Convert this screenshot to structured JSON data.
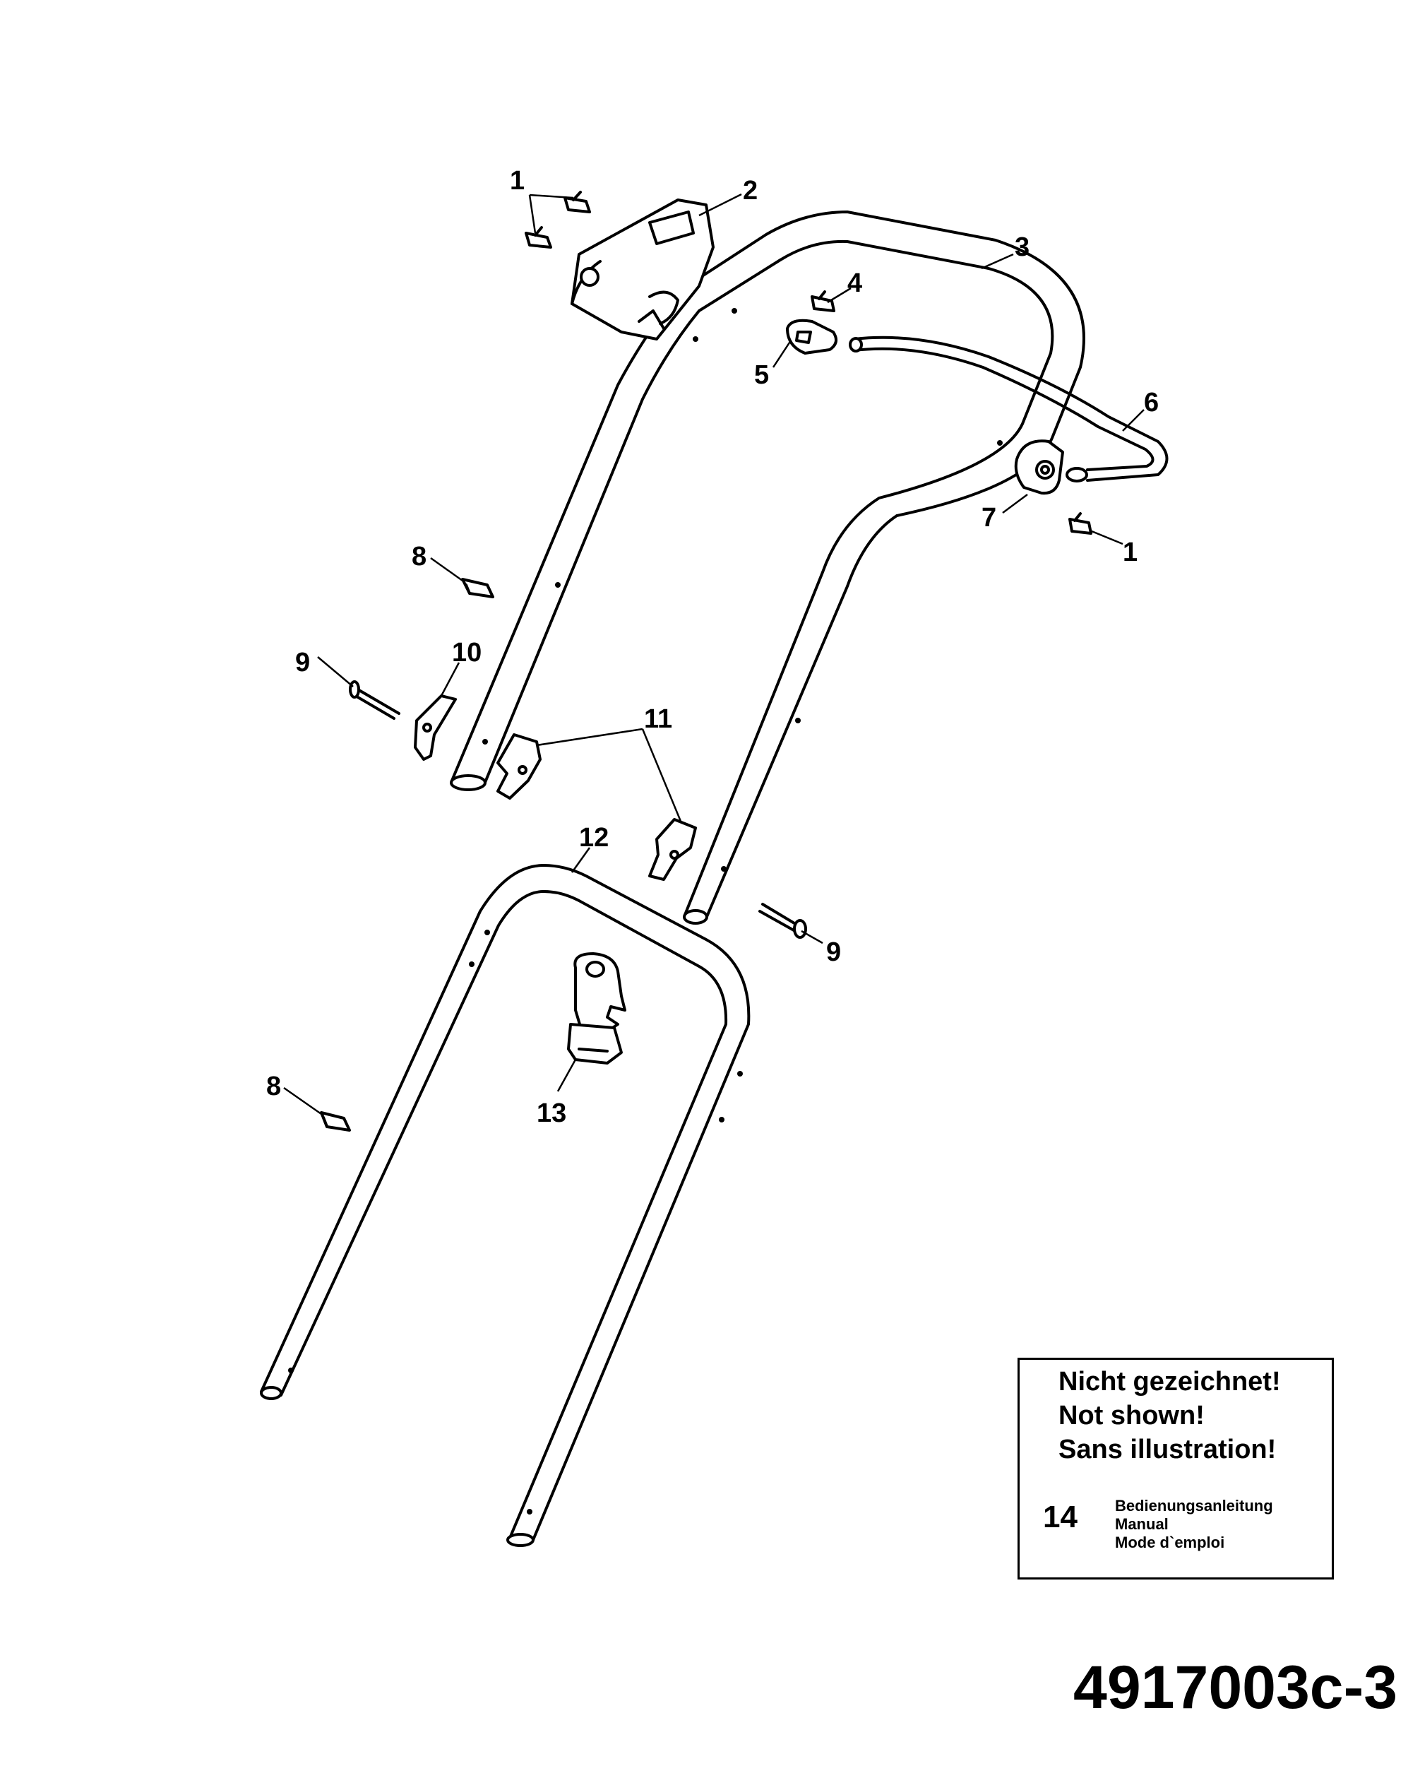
{
  "diagram": {
    "drawing_number": "4917003c-3",
    "callouts": {
      "p1a": "1",
      "p1b": "1",
      "p2": "2",
      "p3": "3",
      "p4": "4",
      "p5": "5",
      "p6": "6",
      "p7": "7",
      "p8a": "8",
      "p8b": "8",
      "p9a": "9",
      "p9b": "9",
      "p10": "10",
      "p11": "11",
      "p12": "12",
      "p13": "13"
    },
    "note": {
      "line1": "Nicht gezeichnet!",
      "line2": "Not shown!",
      "line3": "Sans illustration!",
      "item_number": "14",
      "item_lines": [
        "Bedienungsanleitung",
        "Manual",
        "Mode d`emploi"
      ]
    }
  }
}
